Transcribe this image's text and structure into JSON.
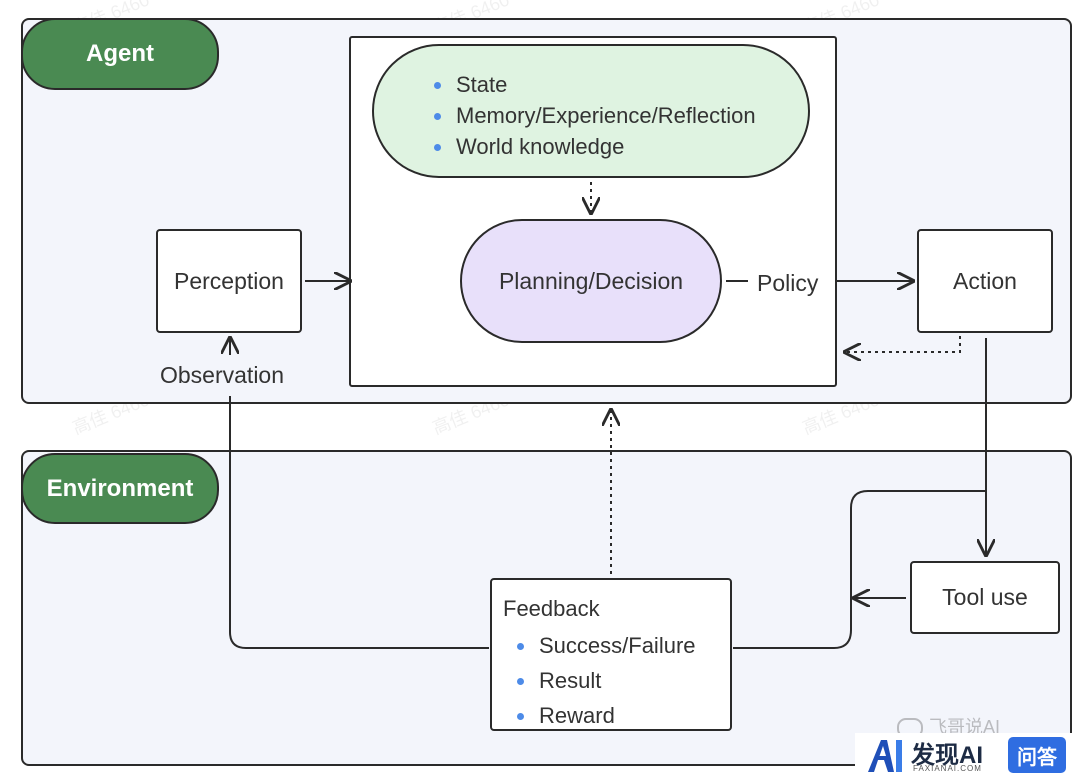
{
  "agent": {
    "label": "Agent"
  },
  "environment": {
    "label": "Environment"
  },
  "knowledge": {
    "items": [
      "State",
      "Memory/Experience/Reflection",
      "World knowledge"
    ]
  },
  "planning": {
    "label": "Planning/Decision"
  },
  "perception": {
    "label": "Perception"
  },
  "observation": {
    "label": "Observation"
  },
  "policy": {
    "label": "Policy"
  },
  "action": {
    "label": "Action"
  },
  "tool_use": {
    "label": "Tool use"
  },
  "feedback": {
    "title": "Feedback",
    "items": [
      "Success/Failure",
      "Result",
      "Reward"
    ]
  },
  "watermark": {
    "text": "高佳 6460"
  },
  "footer": {
    "brand_text": "发现AI",
    "brand_sub": "FAXIANAI.COM",
    "qa_badge": "问答",
    "faded_text": "飞哥说AI"
  },
  "colors": {
    "region_bg": "#f3f5fb",
    "tag_green": "#4a8a52",
    "knowledge_fill": "#dff3e1",
    "planning_fill": "#e8e0fa",
    "bullet": "#4d8be8",
    "brand_blue": "#2f6de1"
  }
}
